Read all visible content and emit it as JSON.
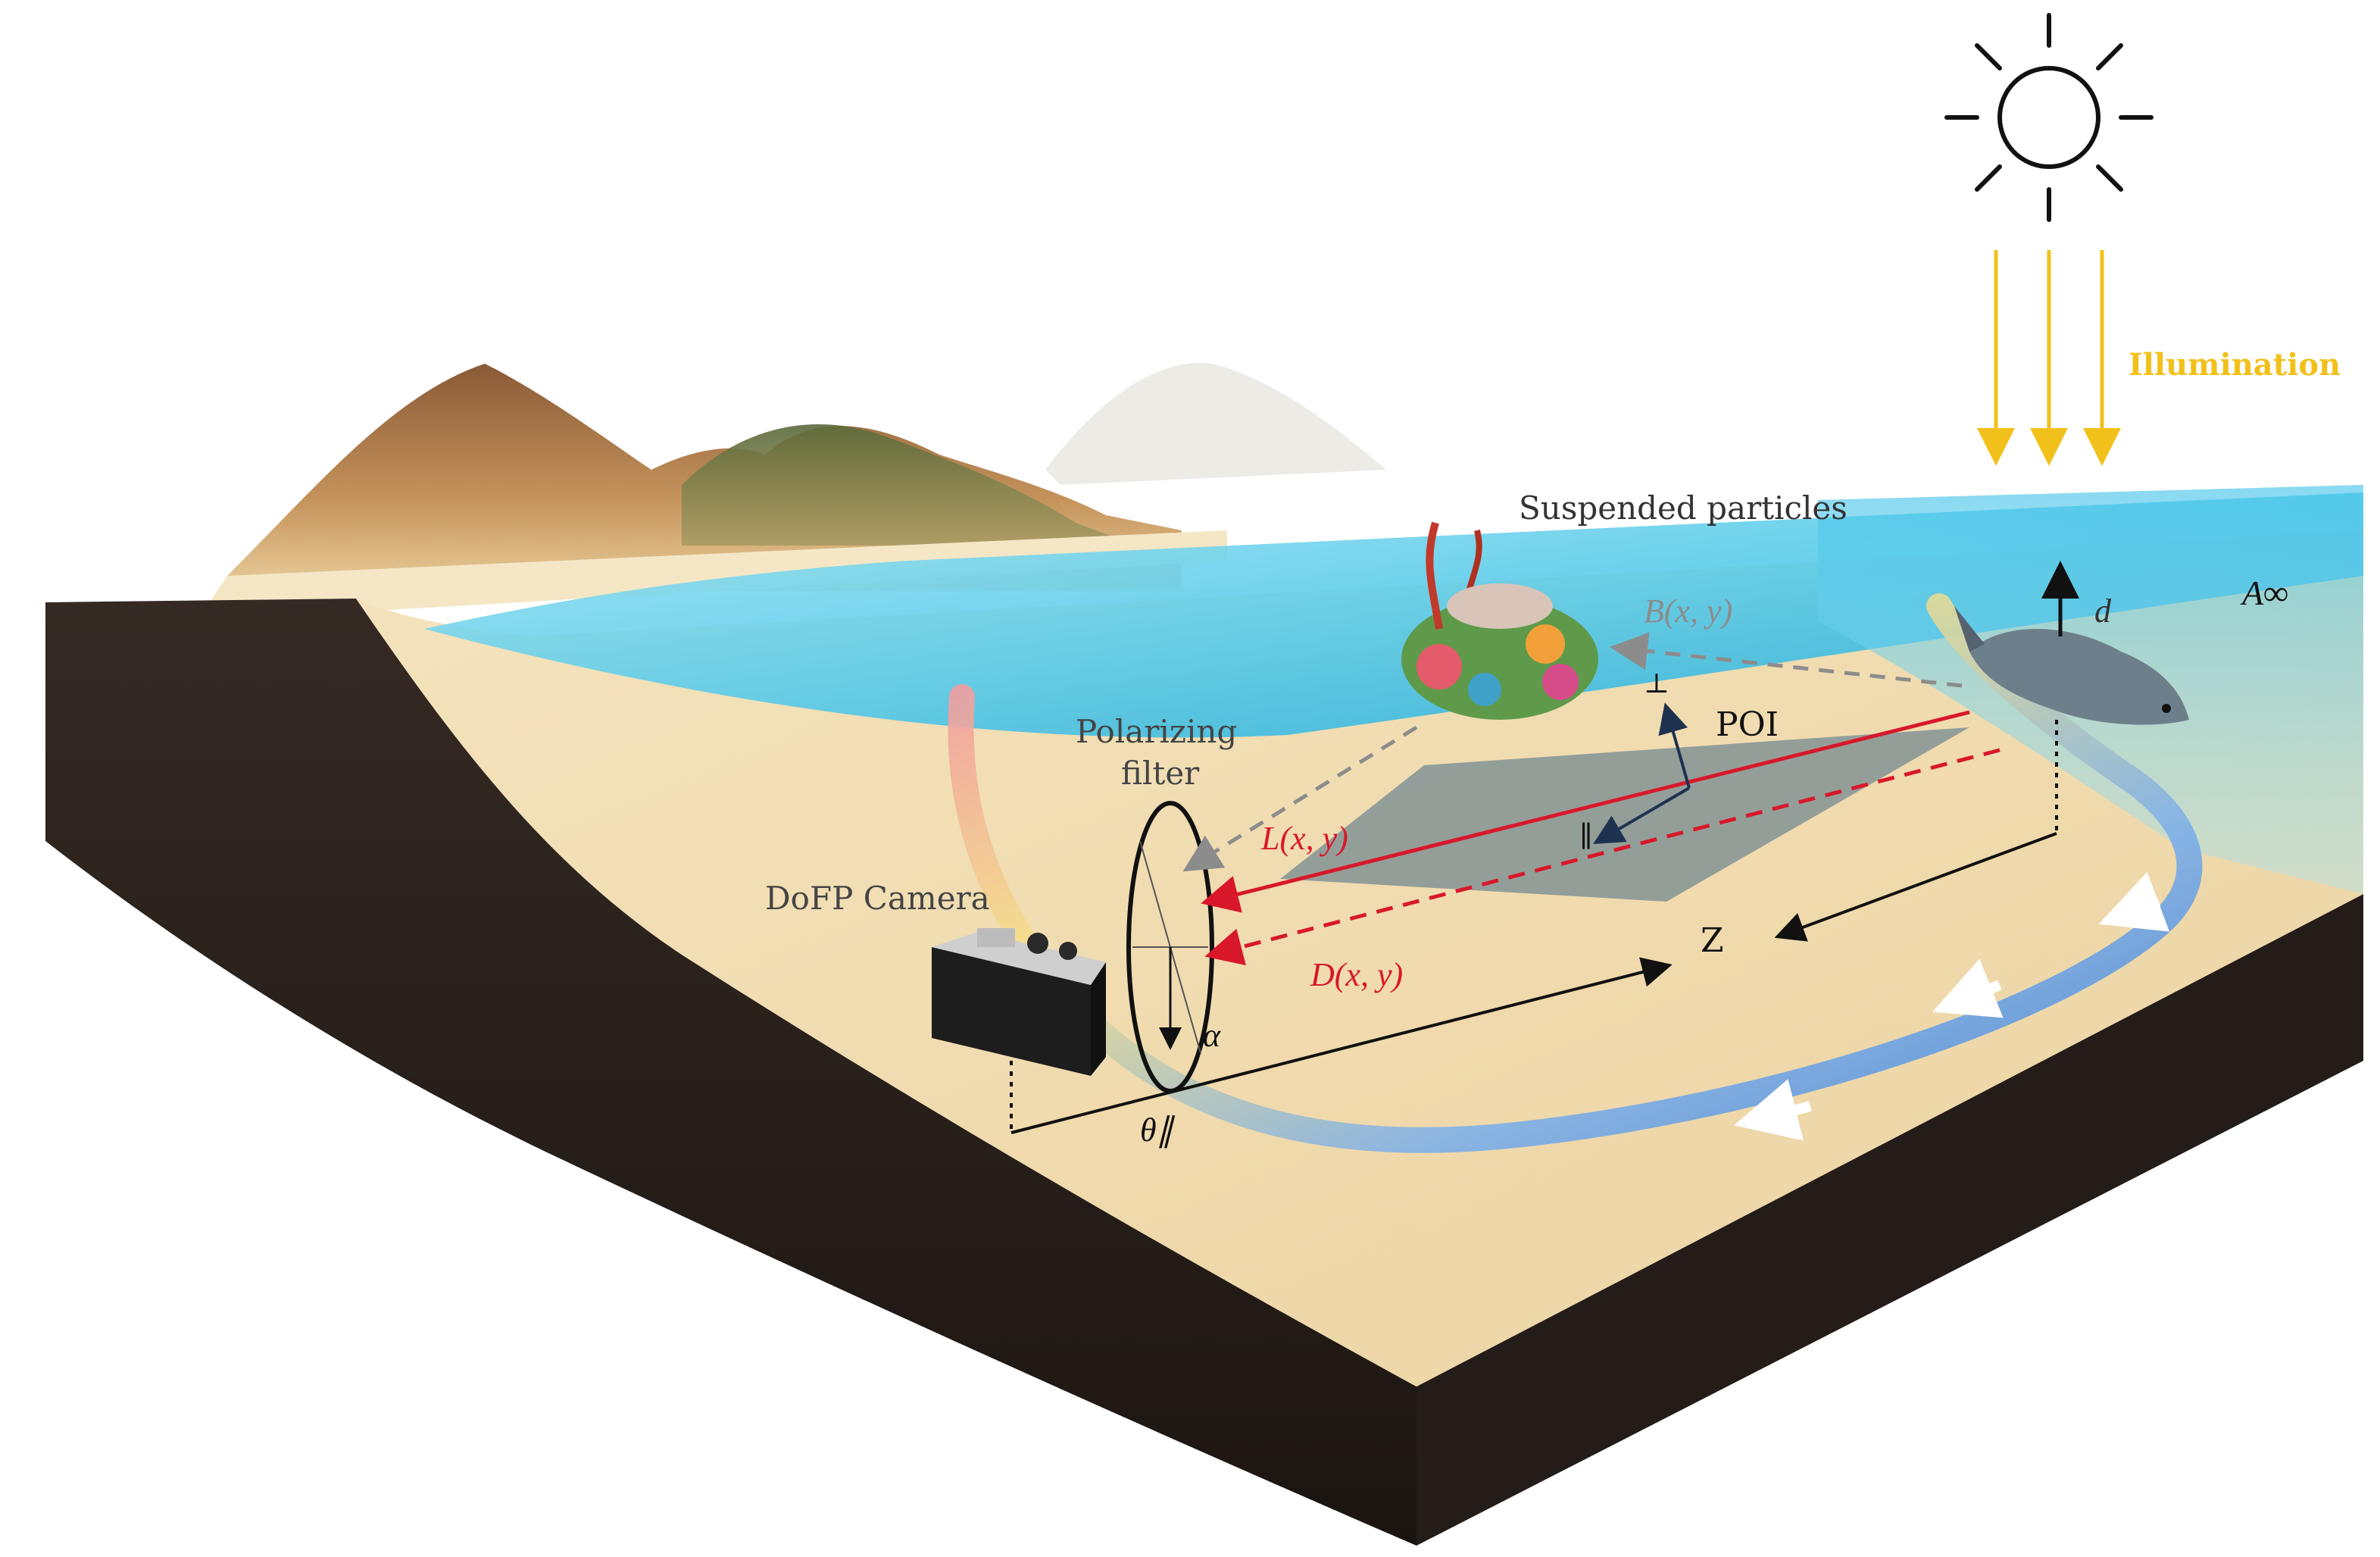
{
  "labels": {
    "illumination": "Illumination",
    "suspended_particles": "Suspended particles",
    "a_infinity": "A∞",
    "d": "d",
    "b_xy": "B(x, y)",
    "perp": "⊥",
    "poi": "POI",
    "parallel": "∥",
    "polarizing_filter_line1": "Polarizing",
    "polarizing_filter_line2": "filter",
    "l_xy": "L(x, y)",
    "d_xy": "D(x, y)",
    "dofp_camera": "DoFP Camera",
    "z": "Z",
    "alpha": "α",
    "theta_parallel": "θ∥"
  },
  "colors": {
    "illumination": "#f2c01a",
    "signal_red": "#d8182a",
    "scatter_gray": "#8c8c8c",
    "axis_black": "#111111",
    "water_blue": "#3ec1e6",
    "sand": "#f1dcb0",
    "soil": "#2a211c",
    "poi_plane": "#7d8f93"
  },
  "icons": {
    "sun": "sun-icon",
    "camera": "camera-icon",
    "fish": "fish-icon",
    "coral": "coral-icon",
    "mountains": "mountain-icon"
  }
}
